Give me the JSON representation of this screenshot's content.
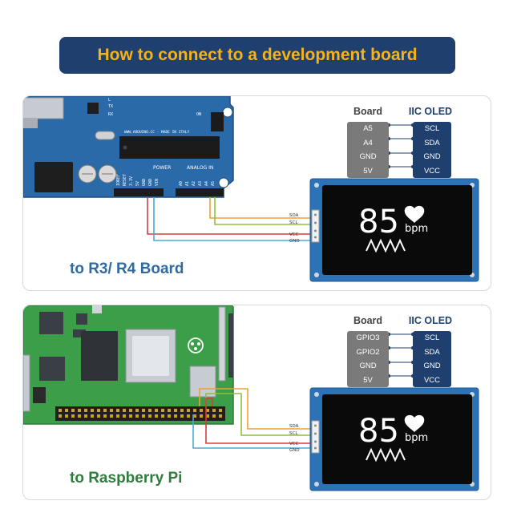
{
  "title": "How to connect to a development board",
  "panels": [
    {
      "caption": "to R3/ R4 Board",
      "table": {
        "board_header": "Board",
        "oled_header": "IIC OLED",
        "board_pins": [
          "A5",
          "A4",
          "GND",
          "5V"
        ],
        "oled_pins": [
          "SCL",
          "SDA",
          "GND",
          "VCC"
        ]
      },
      "wire_labels": [
        "SDA",
        "SCL",
        "VCC",
        "GND"
      ],
      "display": {
        "value": "85",
        "unit": "bpm"
      },
      "board_text": {
        "tx": "TX",
        "rx": "RX",
        "on": "ON",
        "l": "L",
        "url": "WWW.ARDUINO.CC - MADE IN ITALY",
        "power": "POWER",
        "analog_in": "ANALOG IN",
        "header_labels": [
          "IOREF",
          "RESET",
          "3.3V",
          "5V",
          "GND",
          "GND",
          "VIN",
          "A0",
          "A1",
          "A2",
          "A3",
          "A4",
          "A5"
        ]
      },
      "wire_colors": {
        "sda": "#f0a030",
        "scl": "#8fbf3f",
        "vcc": "#d83a3a",
        "gnd": "#4aa8d8"
      }
    },
    {
      "caption": "to Raspberry Pi",
      "table": {
        "board_header": "Board",
        "oled_header": "IIC OLED",
        "board_pins": [
          "GPIO3",
          "GPIO2",
          "GND",
          "5V"
        ],
        "oled_pins": [
          "SCL",
          "SDA",
          "GND",
          "VCC"
        ]
      },
      "wire_labels": [
        "SDA",
        "SCL",
        "VCC",
        "GND"
      ],
      "display": {
        "value": "85",
        "unit": "bpm"
      }
    }
  ]
}
